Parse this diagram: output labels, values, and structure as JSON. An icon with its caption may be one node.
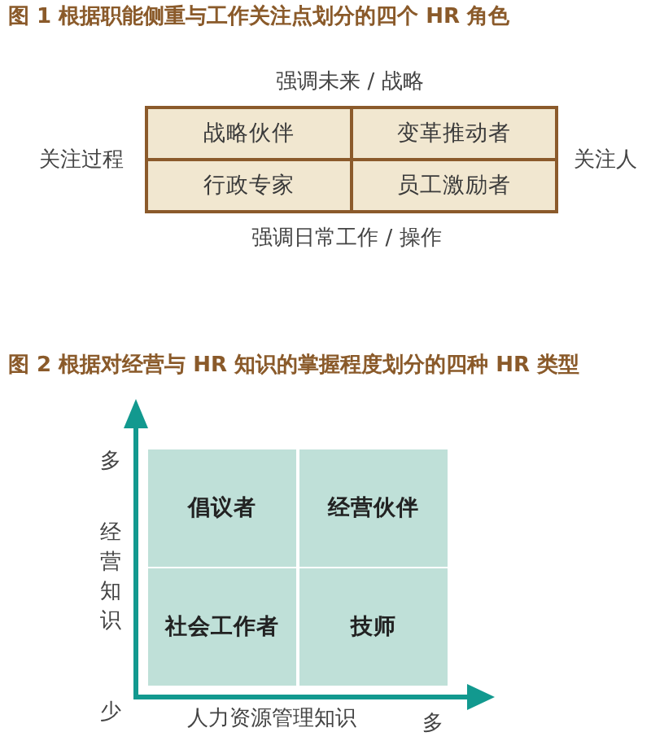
{
  "diagram": {
    "nodes": [
      {
        "text": [
          "战略伙伴"
        ]
      },
      {
        "text": [
          "变革推动者"
        ]
      },
      {
        "text": [
          "行政专家"
        ]
      },
      {
        "text": [
          "员工激励者"
        ]
      },
      {
        "text": [
          "倡议者"
        ]
      },
      {
        "text": [
          "经营伙伴"
        ]
      },
      {
        "text": [
          "社会工作者"
        ]
      },
      {
        "text": [
          "技师"
        ]
      }
    ],
    "labels": [
      "图 1 根据职能侧重与工作关注点划分的四个 HR 角色",
      "强调未来 / 战略",
      "关注过程",
      "关注人",
      "强调日常工作 / 操作",
      "图 2 根据对经营与 HR 知识的掌握程度划分的四种 HR 类型",
      "多",
      "经营知识",
      "少",
      "人力资源管理知识",
      "多"
    ]
  }
}
